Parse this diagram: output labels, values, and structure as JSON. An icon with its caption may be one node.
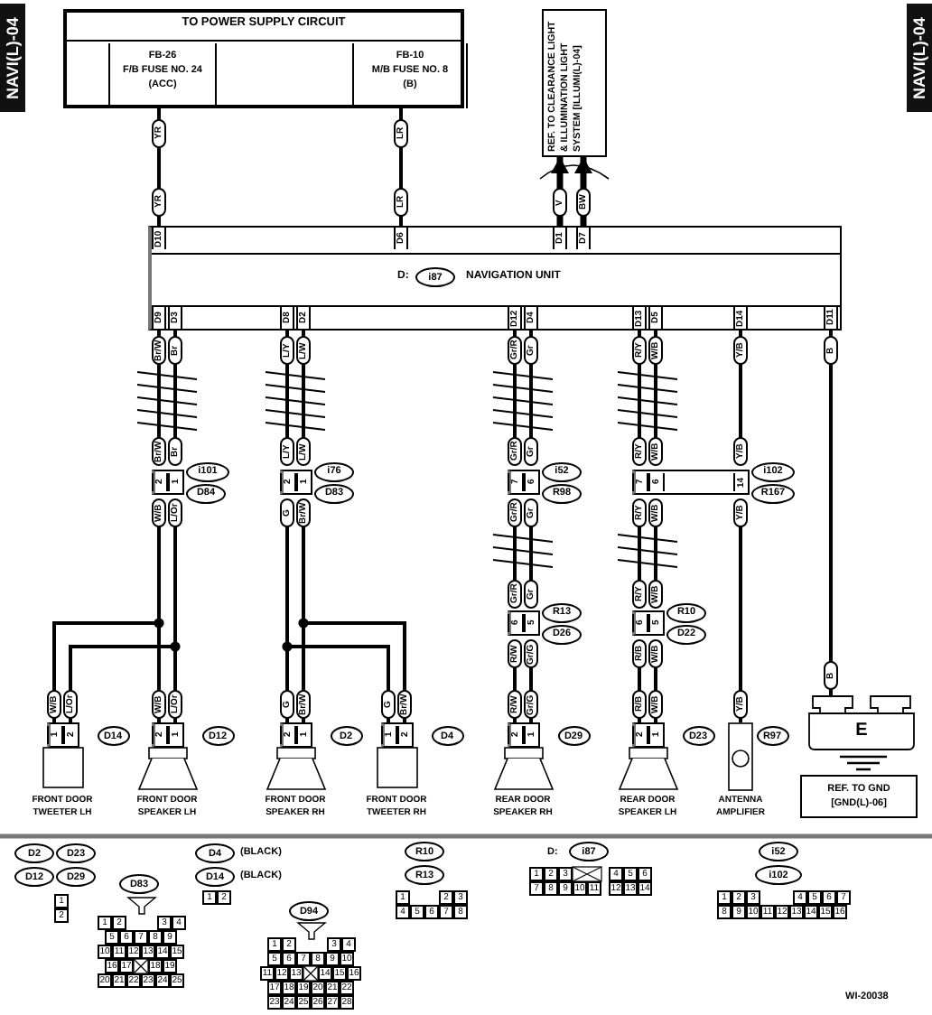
{
  "diagram": {
    "nodes": [
      {
        "text": [
          "TO POWER SUPPLY CIRCUIT"
        ]
      },
      {
        "text": [
          "FB-26",
          "F/B FUSE NO. 24",
          "(ACC)"
        ],
        "in": 0
      },
      {
        "text": [
          "FB-10",
          "M/B FUSE NO. 8",
          "(B)"
        ],
        "in": 0
      },
      {
        "text": [
          "REF. TO CLEARANCE LIGHT & ILLUMINATION LIGHT SYSTEM [ILLUMI(L)-04]"
        ]
      },
      {
        "text": [
          "D:",
          "i87",
          "NAVIGATION UNIT"
        ]
      },
      {
        "text": [
          "2",
          "1",
          "i101",
          "D84"
        ]
      },
      {
        "text": [
          "2",
          "1",
          "i76",
          "D83"
        ]
      },
      {
        "text": [
          "7",
          "6",
          "i52",
          "R98"
        ]
      },
      {
        "text": [
          "7",
          "6",
          "14",
          "i102",
          "R167"
        ]
      },
      {
        "text": [
          "6",
          "5",
          "R13",
          "D26"
        ]
      },
      {
        "text": [
          "6",
          "5",
          "R10",
          "D22"
        ]
      },
      {
        "text": [
          "1",
          "2",
          "FRONT DOOR TWEETER LH"
        ],
        "beside": [
          "D14"
        ]
      },
      {
        "text": [
          "2",
          "1",
          "FRONT DOOR SPEAKER LH"
        ],
        "beside": [
          "D12"
        ]
      },
      {
        "text": [
          "2",
          "1",
          "FRONT DOOR SPEAKER RH"
        ],
        "beside": [
          "D2"
        ]
      },
      {
        "text": [
          "1",
          "2",
          "FRONT DOOR TWEETER RH"
        ],
        "beside": [
          "D4"
        ]
      },
      {
        "text": [
          "2",
          "1",
          "REAR DOOR SPEAKER RH"
        ],
        "beside": [
          "D29"
        ]
      },
      {
        "text": [
          "2",
          "1",
          "REAR DOOR SPEAKER LH"
        ],
        "beside": [
          "D23"
        ]
      },
      {
        "text": [
          "ANTENNA AMPLIFIER"
        ],
        "beside": [
          "R97"
        ]
      },
      {
        "text": [
          "E"
        ]
      },
      {
        "text": [
          "REF. TO GND [GND(L)-06]"
        ]
      },
      {
        "text": [
          "D2",
          "D23",
          "D12",
          "D29",
          "1",
          "2"
        ]
      },
      {
        "text": [
          "D4",
          "(BLACK)",
          "D14",
          "(BLACK)",
          "1",
          "2"
        ]
      },
      {
        "text": [
          "R10",
          "R13",
          "1",
          "2",
          "3",
          "4",
          "5",
          "6",
          "7",
          "8"
        ]
      },
      {
        "text": [
          "D:",
          "i87",
          "1",
          "2",
          "3",
          "4",
          "5",
          "6",
          "7",
          "8",
          "9",
          "10",
          "11",
          "12",
          "13",
          "14"
        ]
      },
      {
        "text": [
          "i52",
          "i102",
          "1",
          "2",
          "3",
          "4",
          "5",
          "6",
          "7",
          "8",
          "9",
          "10",
          "11",
          "12",
          "13",
          "14",
          "15",
          "16"
        ]
      },
      {
        "text": [
          "D83",
          "1",
          "2",
          "3",
          "4",
          "5",
          "6",
          "7",
          "8",
          "9",
          "10",
          "11",
          "12",
          "13",
          "14",
          "15",
          "16",
          "17",
          "18",
          "19",
          "20",
          "21",
          "22",
          "23",
          "24",
          "25"
        ]
      },
      {
        "text": [
          "D94",
          "1",
          "2",
          "3",
          "4",
          "5",
          "6",
          "7",
          "8",
          "9",
          "10",
          "11",
          "12",
          "13",
          "14",
          "15",
          "16",
          "17",
          "18",
          "19",
          "20",
          "21",
          "22",
          "23",
          "24",
          "25",
          "26",
          "27",
          "28"
        ]
      }
    ],
    "edges": [
      {
        "from": 1,
        "to": 4,
        "arrow": "none"
      },
      {
        "from": 2,
        "to": 4,
        "arrow": "none"
      },
      {
        "from": 4,
        "to": 3,
        "arrow": "to"
      },
      {
        "from": 4,
        "to": 3,
        "arrow": "to"
      },
      {
        "from": 4,
        "to": 5,
        "arrow": "none"
      },
      {
        "from": 4,
        "to": 5,
        "arrow": "none"
      },
      {
        "from": 4,
        "to": 6,
        "arrow": "none"
      },
      {
        "from": 4,
        "to": 6,
        "arrow": "none"
      },
      {
        "from": 4,
        "to": 7,
        "arrow": "none"
      },
      {
        "from": 4,
        "to": 7,
        "arrow": "none"
      },
      {
        "from": 4,
        "to": 8,
        "arrow": "none"
      },
      {
        "from": 4,
        "to": 8,
        "arrow": "none"
      },
      {
        "from": 4,
        "to": 8,
        "arrow": "none"
      },
      {
        "from": 4,
        "to": 18,
        "arrow": "none"
      },
      {
        "from": 5,
        "to": 12,
        "arrow": "none"
      },
      {
        "from": 5,
        "to": 12,
        "arrow": "none"
      },
      {
        "from": 5,
        "to": 11,
        "arrow": "none"
      },
      {
        "from": 5,
        "to": 11,
        "arrow": "none"
      },
      {
        "from": 6,
        "to": 13,
        "arrow": "none"
      },
      {
        "from": 6,
        "to": 13,
        "arrow": "none"
      },
      {
        "from": 6,
        "to": 14,
        "arrow": "none"
      },
      {
        "from": 6,
        "to": 14,
        "arrow": "none"
      },
      {
        "from": 7,
        "to": 9,
        "arrow": "none"
      },
      {
        "from": 7,
        "to": 9,
        "arrow": "none"
      },
      {
        "from": 9,
        "to": 15,
        "arrow": "none"
      },
      {
        "from": 9,
        "to": 15,
        "arrow": "none"
      },
      {
        "from": 8,
        "to": 10,
        "arrow": "none"
      },
      {
        "from": 8,
        "to": 10,
        "arrow": "none"
      },
      {
        "from": 10,
        "to": 16,
        "arrow": "none"
      },
      {
        "from": 10,
        "to": 16,
        "arrow": "none"
      },
      {
        "from": 8,
        "to": 17,
        "arrow": "none"
      }
    ],
    "labels": [
      "NAVI(L)-04",
      "NAVI(L)-04",
      "YR",
      "LR",
      "YR",
      "LR",
      "V",
      "BW",
      "D10",
      "D6",
      "D1",
      "D7",
      "D9",
      "D3",
      "D8",
      "D2",
      "D12",
      "D4",
      "D13",
      "D5",
      "D14",
      "D11",
      "Br/W",
      "Br",
      "L/Y",
      "L/W",
      "Gr/R",
      "Gr",
      "R/Y",
      "W/B",
      "Y/B",
      "B",
      "Br/W",
      "Br",
      "L/Y",
      "L/W",
      "Gr/R",
      "Gr",
      "R/Y",
      "W/B",
      "Y/B",
      "W/B",
      "L/Or",
      "G",
      "Br/W",
      "Gr/R",
      "Gr",
      "R/Y",
      "W/B",
      "Y/B",
      "Gr/R",
      "Gr",
      "R/Y",
      "W/B",
      "R/W",
      "Gr/G",
      "R/B",
      "W/B",
      "W/B",
      "L/Or",
      "W/B",
      "L/Or",
      "G",
      "Br/W",
      "G",
      "Br/W",
      "R/W",
      "Gr/G",
      "R/B",
      "W/B",
      "Y/B",
      "B",
      "WI-20038"
    ]
  }
}
